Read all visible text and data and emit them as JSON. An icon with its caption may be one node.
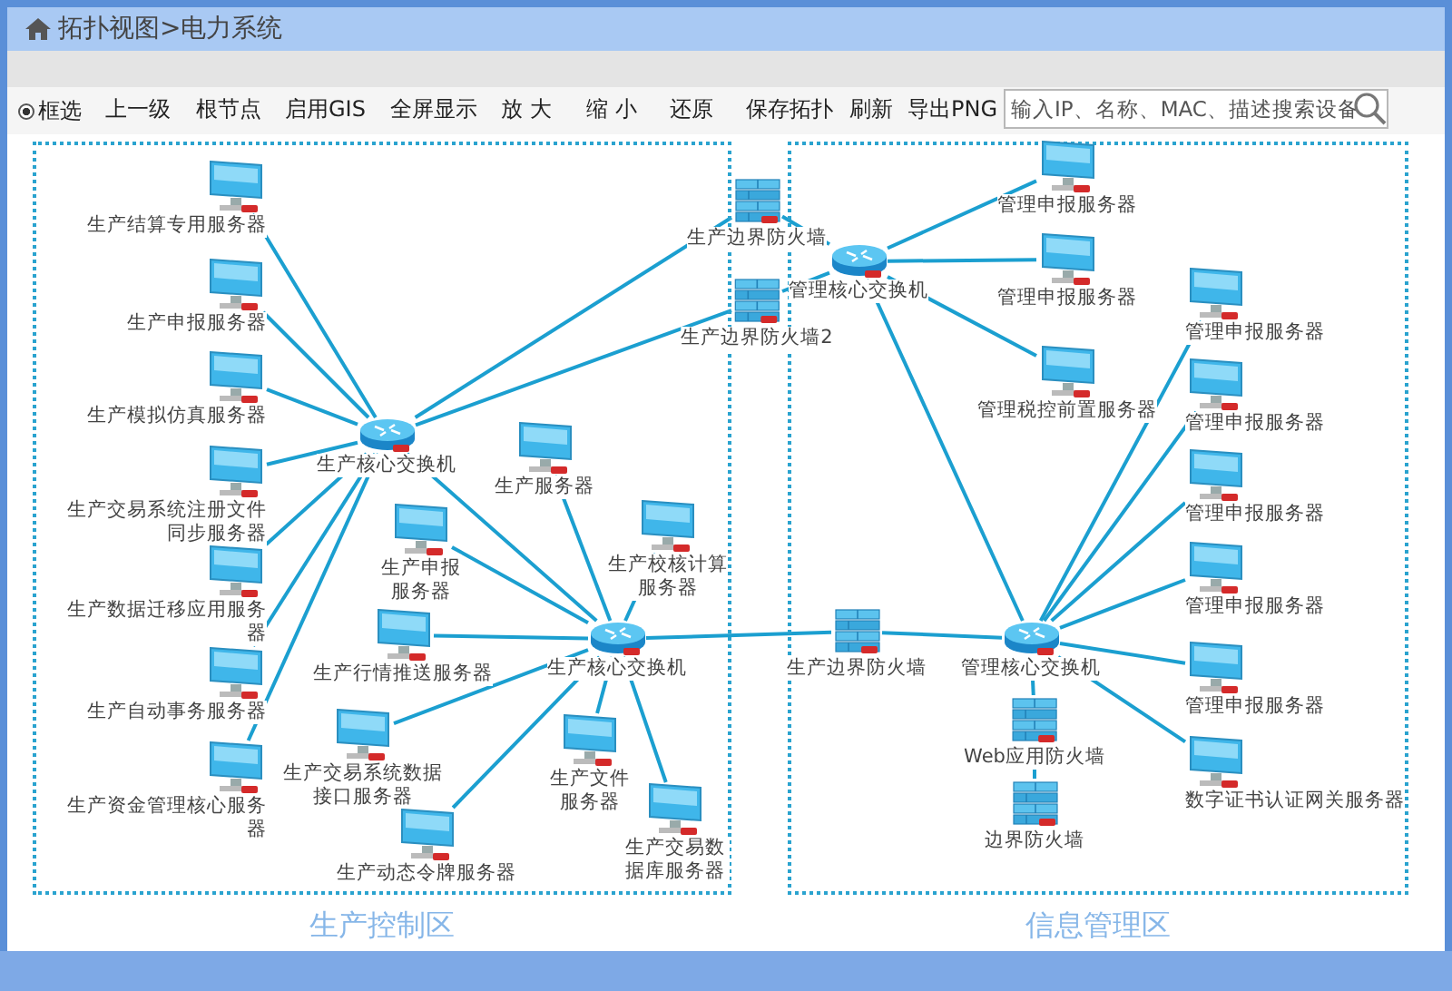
{
  "diagram": {
    "title": "拓扑视图>电力系统",
    "nodes": [
      {
        "text": [
          "生产控制区"
        ]
      },
      {
        "text": [
          "信息管理区"
        ]
      },
      {
        "text": [
          "生产结算专用服务器"
        ],
        "in": 0
      },
      {
        "text": [
          "生产申报服务器"
        ],
        "in": 0
      },
      {
        "text": [
          "生产模拟仿真服务器"
        ],
        "in": 0
      },
      {
        "text": [
          "生产交易系统注册文件同步服务器"
        ],
        "in": 0
      },
      {
        "text": [
          "生产数据迁移应用服务器"
        ],
        "in": 0
      },
      {
        "text": [
          "生产自动事务服务器"
        ],
        "in": 0
      },
      {
        "text": [
          "生产资金管理核心服务器"
        ],
        "in": 0
      },
      {
        "text": [
          "生产核心交换机"
        ],
        "in": 0
      },
      {
        "text": [
          "生产服务器"
        ],
        "in": 0
      },
      {
        "text": [
          "生产申报服务器"
        ],
        "in": 0
      },
      {
        "text": [
          "生产校核计算服务器"
        ],
        "in": 0
      },
      {
        "text": [
          "生产行情推送服务器"
        ],
        "in": 0
      },
      {
        "text": [
          "生产核心交换机"
        ],
        "in": 0
      },
      {
        "text": [
          "生产交易系统数据接口服务器"
        ],
        "in": 0
      },
      {
        "text": [
          "生产文件服务器"
        ],
        "in": 0
      },
      {
        "text": [
          "生产动态令牌服务器"
        ],
        "in": 0
      },
      {
        "text": [
          "生产交易数据库服务器"
        ],
        "in": 0
      },
      {
        "text": [
          "生产边界防火墙"
        ]
      },
      {
        "text": [
          "生产边界防火墙2"
        ]
      },
      {
        "text": [
          "管理核心交换机"
        ],
        "in": 1
      },
      {
        "text": [
          "管理申报服务器"
        ],
        "in": 1
      },
      {
        "text": [
          "管理申报服务器"
        ],
        "in": 1
      },
      {
        "text": [
          "管理税控前置服务器"
        ],
        "in": 1
      },
      {
        "text": [
          "管理申报服务器"
        ],
        "in": 1
      },
      {
        "text": [
          "管理申报服务器"
        ],
        "in": 1
      },
      {
        "text": [
          "管理申报服务器"
        ],
        "in": 1
      },
      {
        "text": [
          "管理申报服务器"
        ],
        "in": 1
      },
      {
        "text": [
          "管理申报服务器"
        ],
        "in": 1
      },
      {
        "text": [
          "数字证书认证网关服务器"
        ],
        "in": 1
      },
      {
        "text": [
          "生产边界防火墙"
        ],
        "in": 1
      },
      {
        "text": [
          "管理核心交换机"
        ],
        "in": 1
      },
      {
        "text": [
          "Web应用防火墙"
        ],
        "in": 1
      },
      {
        "text": [
          "边界防火墙"
        ],
        "in": 1
      }
    ],
    "edges": [
      {
        "from": 9,
        "to": 2,
        "arrow": "none"
      },
      {
        "from": 9,
        "to": 3,
        "arrow": "none"
      },
      {
        "from": 9,
        "to": 4,
        "arrow": "none"
      },
      {
        "from": 9,
        "to": 5,
        "arrow": "none"
      },
      {
        "from": 9,
        "to": 6,
        "arrow": "none"
      },
      {
        "from": 9,
        "to": 7,
        "arrow": "none"
      },
      {
        "from": 9,
        "to": 8,
        "arrow": "none"
      },
      {
        "from": 9,
        "to": 19,
        "arrow": "none"
      },
      {
        "from": 9,
        "to": 20,
        "arrow": "none"
      },
      {
        "from": 9,
        "to": 14,
        "arrow": "none"
      },
      {
        "from": 14,
        "to": 10,
        "arrow": "none"
      },
      {
        "from": 14,
        "to": 11,
        "arrow": "none"
      },
      {
        "from": 14,
        "to": 12,
        "arrow": "none"
      },
      {
        "from": 14,
        "to": 13,
        "arrow": "none"
      },
      {
        "from": 14,
        "to": 15,
        "arrow": "none"
      },
      {
        "from": 14,
        "to": 16,
        "arrow": "none"
      },
      {
        "from": 14,
        "to": 17,
        "arrow": "none"
      },
      {
        "from": 14,
        "to": 18,
        "arrow": "none"
      },
      {
        "from": 14,
        "to": 31,
        "arrow": "none"
      },
      {
        "from": 31,
        "to": 32,
        "arrow": "none"
      },
      {
        "from": 19,
        "to": 21,
        "arrow": "none"
      },
      {
        "from": 20,
        "to": 21,
        "arrow": "none"
      },
      {
        "from": 21,
        "to": 22,
        "arrow": "none"
      },
      {
        "from": 21,
        "to": 23,
        "arrow": "none"
      },
      {
        "from": 21,
        "to": 24,
        "arrow": "none"
      },
      {
        "from": 21,
        "to": 32,
        "arrow": "none"
      },
      {
        "from": 32,
        "to": 25,
        "arrow": "none"
      },
      {
        "from": 32,
        "to": 26,
        "arrow": "none"
      },
      {
        "from": 32,
        "to": 27,
        "arrow": "none"
      },
      {
        "from": 32,
        "to": 28,
        "arrow": "none"
      },
      {
        "from": 32,
        "to": 29,
        "arrow": "none"
      },
      {
        "from": 32,
        "to": 30,
        "arrow": "none"
      },
      {
        "from": 32,
        "to": 33,
        "arrow": "none"
      },
      {
        "from": 33,
        "to": 34,
        "arrow": "none"
      }
    ],
    "labels": [
      "框选",
      "上一级",
      "根节点",
      "启用GIS",
      "全屏显示",
      "放 大",
      "缩 小",
      "还原",
      "保存拓扑",
      "刷新",
      "导出PNG",
      "输入IP、名称、MAC、描述搜索设备"
    ]
  }
}
